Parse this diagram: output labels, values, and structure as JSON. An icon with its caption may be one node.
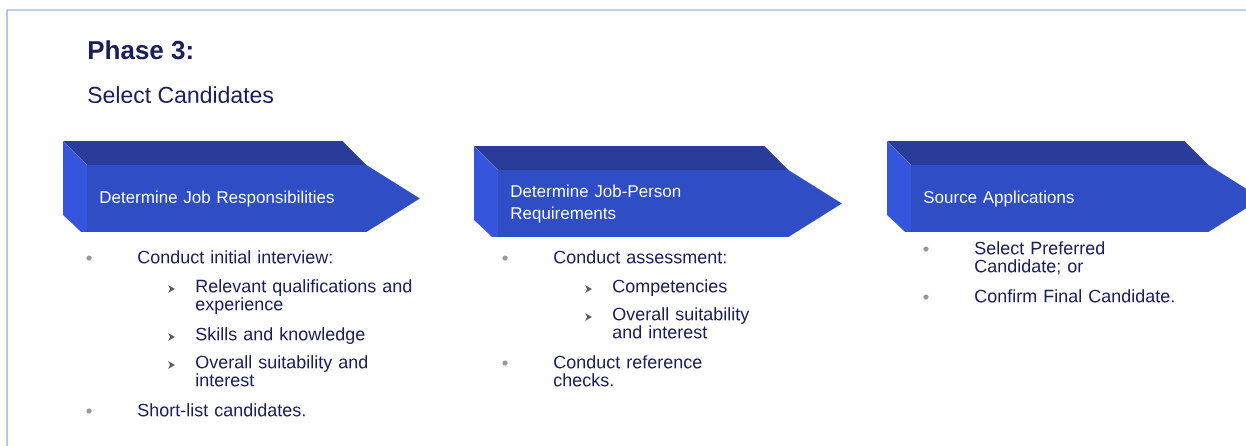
{
  "diagram": {
    "title": "Phase 3:",
    "nodes": [
      {
        "text": [
          "Determine Job Responsibilities"
        ]
      },
      {
        "text": [
          "Determine Job-Person Requirements"
        ]
      },
      {
        "text": [
          "Source Applications"
        ]
      }
    ],
    "labels": [
      "Select Candidates",
      "Conduct initial interview:",
      "Relevant qualifications and experience",
      "Skills and knowledge",
      "Overall suitability and interest",
      "Short-list candidates.",
      "Conduct assessment:",
      "Competencies",
      "Overall suitability and interest",
      "Conduct reference checks.",
      "Select Preferred Candidate; or",
      "Confirm Final Candidate."
    ]
  }
}
